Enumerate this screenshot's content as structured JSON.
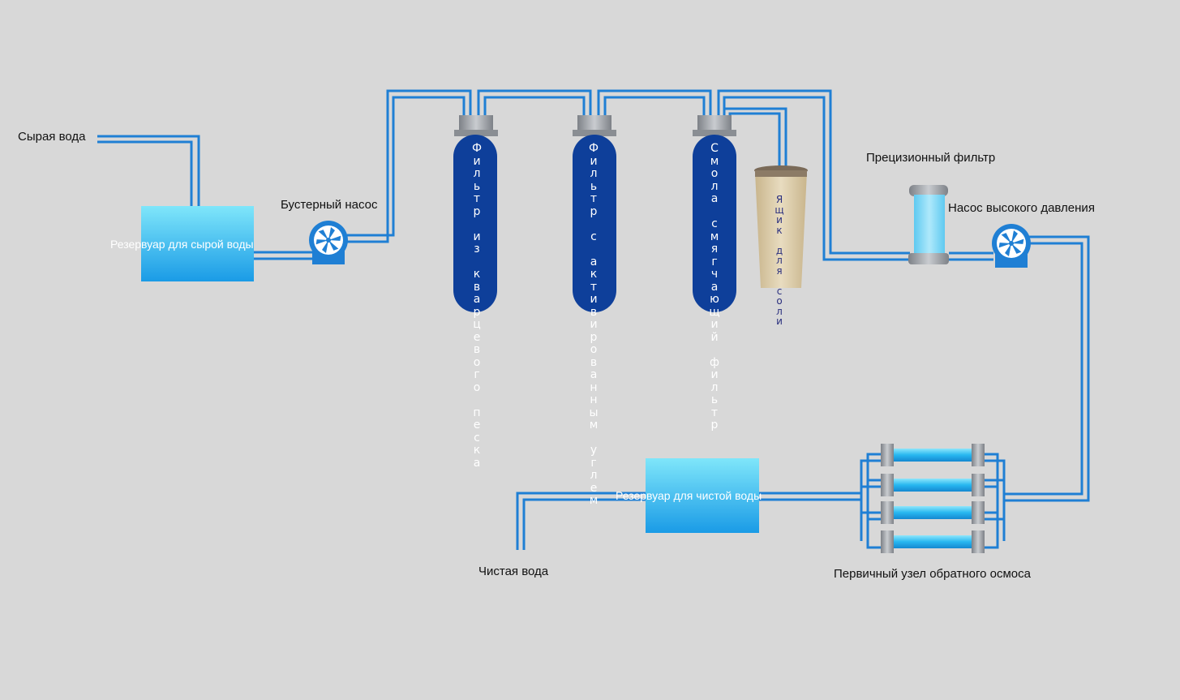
{
  "labels": {
    "raw_water": "Сырая вода",
    "raw_tank": "Резервуар для сырой воды",
    "booster_pump": "Бустерный насос",
    "filter_quartz": "Фильтр из кварцевого песка",
    "filter_carbon": "Фильтр с активированным углем",
    "filter_softener": "Смола смягчающий фильтр",
    "salt_box": "Ящик для соли",
    "precision_filter": "Прецизионный фильтр",
    "hp_pump": "Насос высокого давления",
    "ro_unit": "Первичный узел обратного осмоса",
    "clean_tank": "Резервуар для чистой воды",
    "clean_water": "Чистая вода"
  },
  "colors": {
    "background": "#d8d8d8",
    "pipe": "#1f7fd4",
    "vessel": "#0e3f9a",
    "cap": "#9ea3a9",
    "tank_top": "#7fe6fa",
    "tank_bottom": "#1a9be6",
    "salt_box": "#d9c8a2"
  },
  "icons": {
    "pump": "pump-fan-icon"
  }
}
